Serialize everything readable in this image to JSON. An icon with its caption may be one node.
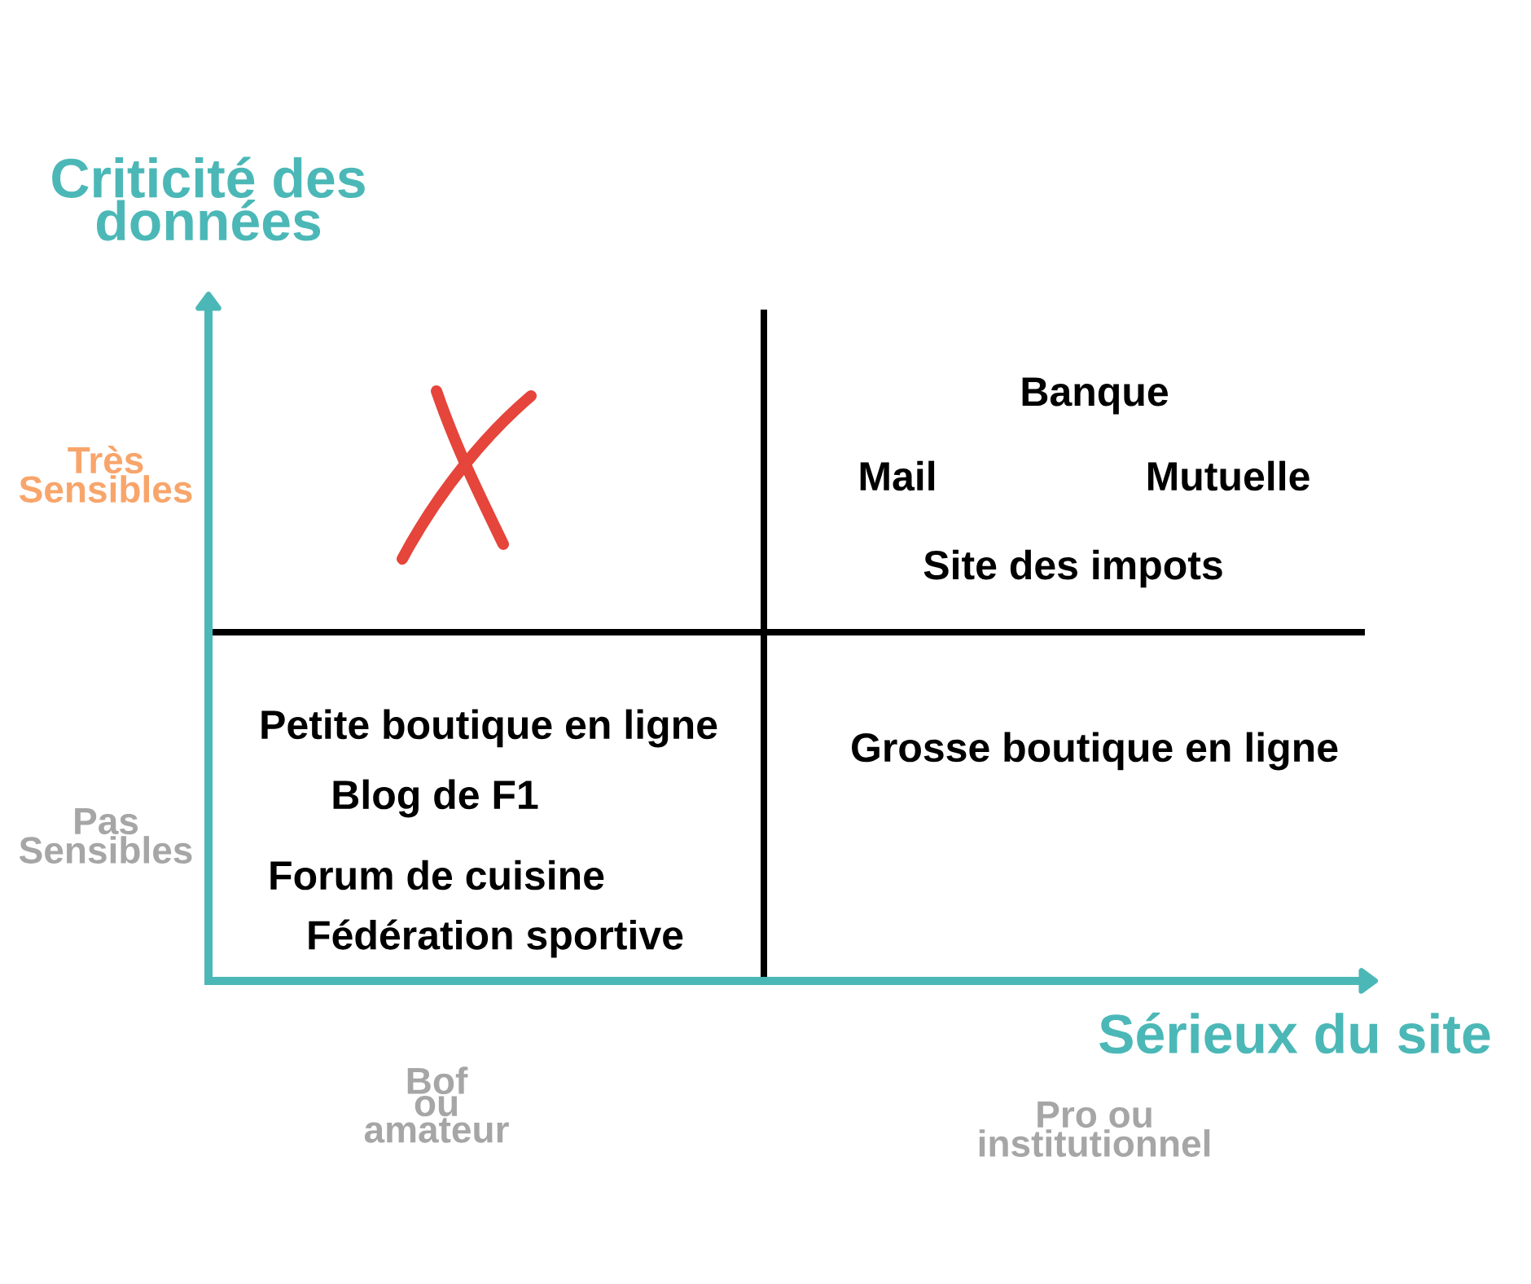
{
  "diagram": {
    "labels": [
      "Criticité des données",
      "Banque",
      "Très Sensibles",
      "Mail",
      "Mutuelle",
      "Site des impots",
      "Petite boutique en ligne",
      "Grosse boutique en ligne",
      "Blog de F1",
      "Pas Sensibles",
      "Forum de cuisine",
      "Fédération sportive",
      "Sérieux du site",
      "Bof ou amateur",
      "Pro ou institutionnel"
    ]
  }
}
